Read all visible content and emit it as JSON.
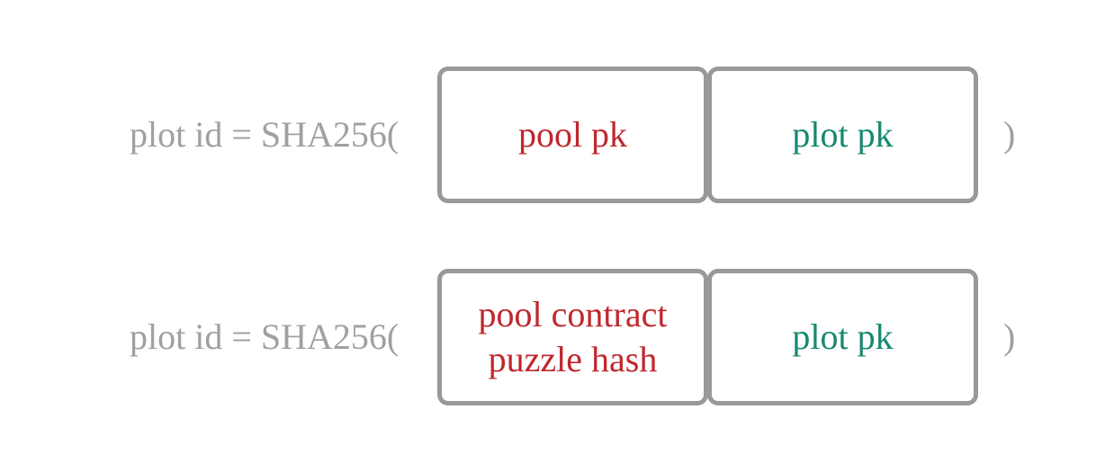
{
  "rows": [
    {
      "prefix": "plot id = SHA256(",
      "left_box": "pool pk",
      "right_box": "plot pk",
      "suffix": ")"
    },
    {
      "prefix": "plot id = SHA256(",
      "left_box": "pool contract puzzle hash",
      "right_box": "plot pk",
      "suffix": ")"
    }
  ],
  "colors": {
    "prefix_text": "#a0a0a0",
    "box_border": "#999999",
    "pool_label": "#c0272d",
    "plot_label": "#16896f"
  }
}
